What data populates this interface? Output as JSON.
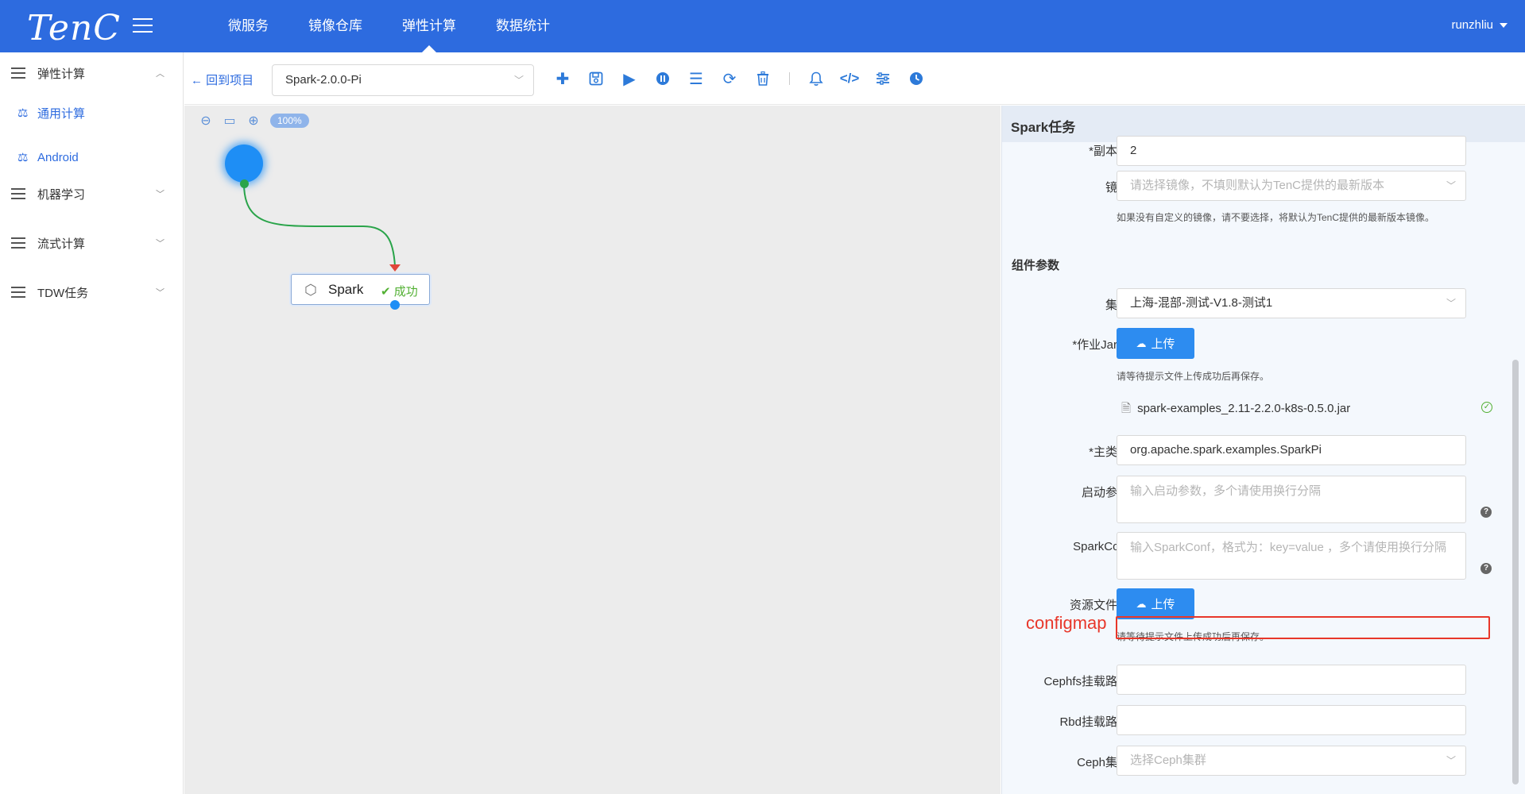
{
  "app": {
    "logo": "TenC",
    "nav": [
      "微服务",
      "镜像仓库",
      "弹性计算",
      "数据统计"
    ],
    "active_nav": "弹性计算",
    "user": "runzhliu"
  },
  "sidebar": {
    "groups": [
      {
        "label": "弹性计算",
        "expanded": true,
        "items": [
          "通用计算",
          "Android"
        ]
      },
      {
        "label": "机器学习",
        "expanded": false
      },
      {
        "label": "流式计算",
        "expanded": false
      },
      {
        "label": "TDW任务",
        "expanded": false
      }
    ]
  },
  "toolbar": {
    "back_label": "回到项目",
    "project": "Spark-2.0.0-Pi",
    "icons": [
      "add-icon",
      "save-icon",
      "run-icon",
      "stop-icon",
      "list-icon",
      "refresh-icon",
      "delete-icon",
      "bell-icon",
      "code-icon",
      "settings-icon",
      "clock-icon"
    ]
  },
  "canvas": {
    "zoom": "100%",
    "task_node": {
      "name": "Spark",
      "status": "成功"
    }
  },
  "panel": {
    "title": "Spark任务",
    "replicas_label": "*副本数",
    "replicas_value": "2",
    "image_label": "镜像",
    "image_placeholder": "请选择镜像，不填则默认为TenC提供的最新版本",
    "image_hint": "如果没有自定义的镜像，请不要选择，将默认为TenC提供的最新版本镜像。",
    "section_component": "组件参数",
    "cluster_label": "集群",
    "cluster_value": "上海-混部-测试-V1.8-测试1",
    "jar_label": "*作业Jar包",
    "upload_label": "上传",
    "upload_hint": "请等待提示文件上传成功后再保存。",
    "jar_file": "spark-examples_2.11-2.2.0-k8s-0.5.0.jar",
    "main_class_label": "*主类名",
    "main_class_value": "org.apache.spark.examples.SparkPi",
    "args_label": "启动参数",
    "args_placeholder": "输入启动参数，多个请使用换行分隔",
    "sparkconf_label": "SparkConf",
    "sparkconf_placeholder": "输入SparkConf，格式为：key=value ，多个请使用换行分隔",
    "resource_label": "资源文件？",
    "resource_upload_label": "上传",
    "resource_hint": "请等待提示文件上传成功后再保存。",
    "cephfs_label": "Cephfs挂载路径",
    "cephfs_value": "",
    "rbd_label": "Rbd挂载路径",
    "rbd_value": "",
    "ceph_cluster_label": "Ceph集群",
    "ceph_cluster_placeholder": "选择Ceph集群"
  },
  "annotation": {
    "text": "configmap",
    "color": "#e8372a"
  },
  "colors": {
    "brand": "#2d6bdf",
    "accent": "#2d8cf0",
    "success": "#52b033"
  }
}
